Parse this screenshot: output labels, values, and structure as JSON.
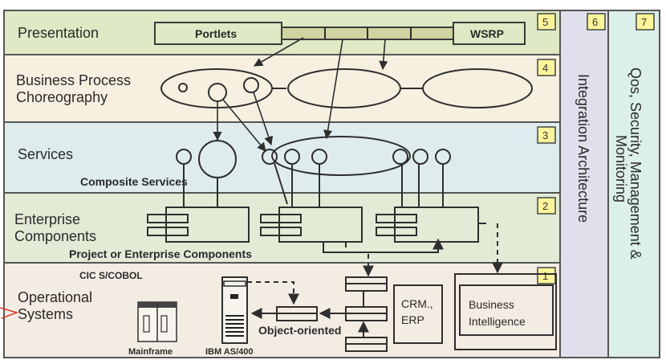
{
  "diagram": {
    "layers": [
      {
        "number": "5",
        "label": "Presentation"
      },
      {
        "number": "4",
        "label_line1": "Business Process",
        "label_line2": "Choreography"
      },
      {
        "number": "3",
        "label": "Services",
        "sublabel": "Composite Services"
      },
      {
        "number": "2",
        "label_line1": "Enterprise",
        "label_line2": "Components",
        "sublabel": "Project or Enterprise Components"
      },
      {
        "number": "1",
        "label_line1": "Operational",
        "label_line2": "Systems"
      }
    ],
    "side_columns": [
      {
        "number": "6",
        "label": "Integration Architecture"
      },
      {
        "number": "7",
        "label_line1": "Qos, Security, Management &",
        "label_line2": "Monitoring"
      }
    ],
    "presentation": {
      "portlets": "Portlets",
      "wsrp": "WSRP"
    },
    "operational": {
      "cics": "CIC S/COBOL",
      "mainframe": "Mainframe",
      "as400": "IBM AS/400",
      "object_oriented": "Object-oriented",
      "crm_line1": "CRM.,",
      "crm_line2": "ERP",
      "bi_line1": "Business",
      "bi_line2": "Intelligence"
    },
    "colors": {
      "presentation": "#dfe9c6",
      "choreography": "#f7f0e1",
      "services": "#deeced",
      "components": "#e3ebd6",
      "operational": "#f3ece3",
      "integration": "#e0e0ec",
      "qos": "#dcefeb",
      "badge": "#fbf59a",
      "portlet_strip": "#cfd4a0"
    }
  }
}
